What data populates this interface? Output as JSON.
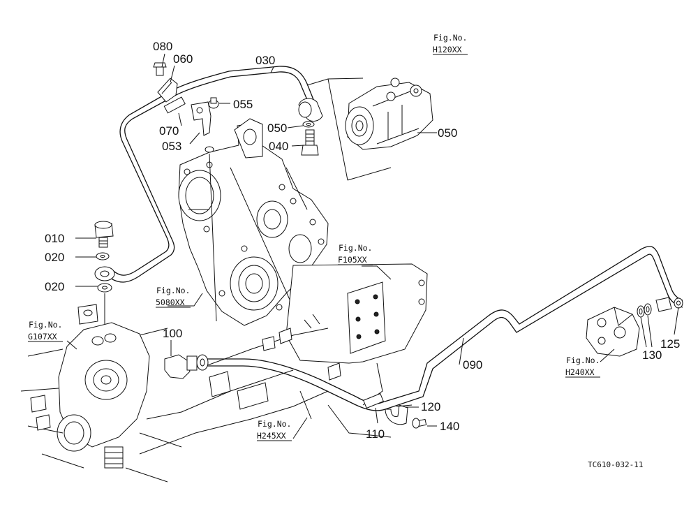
{
  "part_labels": {
    "p080": "080",
    "p060": "060",
    "p030": "030",
    "p055": "055",
    "p070": "070",
    "p053": "053",
    "p050a": "050",
    "p040": "040",
    "p050b": "050",
    "p010": "010",
    "p020a": "020",
    "p020b": "020",
    "p100": "100",
    "p090": "090",
    "p125": "125",
    "p130": "130",
    "p120": "120",
    "p140": "140",
    "p110": "110"
  },
  "figure_refs": [
    {
      "title": "Fig.No.",
      "code": "H120XX"
    },
    {
      "title": "Fig.No.",
      "code": "F105XX"
    },
    {
      "title": "Fig.No.",
      "code": "5080XX"
    },
    {
      "title": "Fig.No.",
      "code": "G107XX"
    },
    {
      "title": "Fig.No.",
      "code": "H240XX"
    },
    {
      "title": "Fig.No.",
      "code": "H245XX"
    }
  ],
  "drawing_code": "TC610-032-11"
}
